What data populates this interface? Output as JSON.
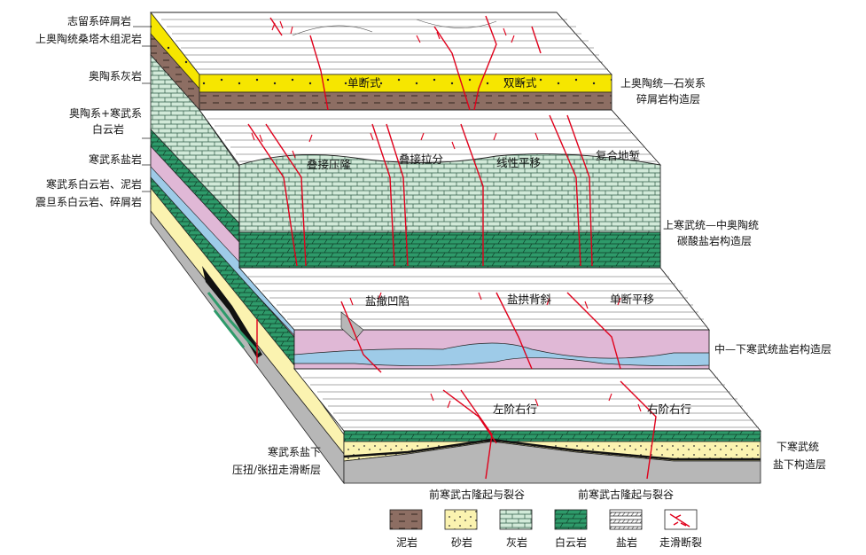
{
  "left_labels": {
    "silurian_clastic": "志留系碎屑岩",
    "upper_ordovician_mudstone": "上奥陶统桑塔木组泥岩",
    "ordovician_limestone": "奥陶系灰岩",
    "ordovician_cambrian_dolomite_1": "奥陶系+寒武系",
    "ordovician_cambrian_dolomite_2": "白云岩",
    "cambrian_salt": "寒武系盐岩",
    "cambrian_dolomite_mudstone": "寒武系白云岩、泥岩",
    "sinian_dolomite_clastic": "震旦系白云岩、碎屑岩"
  },
  "layer_labels": {
    "top_1": "上奥陶统—石炭系",
    "top_2": "碎屑岩构造层",
    "mid_1": "上寒武统—中奥陶统",
    "mid_2": "碳酸盐岩构造层",
    "salt": "中—下寒武统盐岩构造层",
    "bottom_1": "下寒武统",
    "bottom_2": "盐下构造层",
    "sub_salt_1": "寒武系盐下",
    "sub_salt_2": "压扭/张扭走滑断层"
  },
  "fault_labels": {
    "single": "单断式",
    "double": "双断式",
    "stacked_compression": "叠接压隆",
    "stacked_extension": "叠接拉分",
    "linear_translation": "线性平移",
    "composite_graben": "复合地堑",
    "salt_withdrawal": "盐撤凹陷",
    "salt_anticline": "盐拱背斜",
    "single_fault_translation": "单断平移",
    "left_step_1": "左阶右行",
    "right_step": "右阶右行"
  },
  "uplift_labels": {
    "left": "前寒武古隆起与裂谷",
    "right": "前寒武古隆起与裂谷"
  },
  "legend": [
    {
      "label": "泥岩",
      "pattern": "mudstone"
    },
    {
      "label": "砂岩",
      "pattern": "sandstone"
    },
    {
      "label": "灰岩",
      "pattern": "limestone"
    },
    {
      "label": "白云岩",
      "pattern": "dolomite"
    },
    {
      "label": "盐岩",
      "pattern": "salt"
    },
    {
      "label": "走滑断裂",
      "pattern": "strike-slip-fault"
    }
  ],
  "colors": {
    "mudstone": "#8d6e63",
    "sandstone": "#fbf3b0",
    "yellow_layer": "#f6e600",
    "limestone": "#d2ead9",
    "dolomite": "#2e9a6a",
    "salt_pink": "#e0b8d6",
    "salt_blue": "#9ecbe8",
    "gray_base": "#b7b7b7",
    "fault": "#e0001b"
  }
}
